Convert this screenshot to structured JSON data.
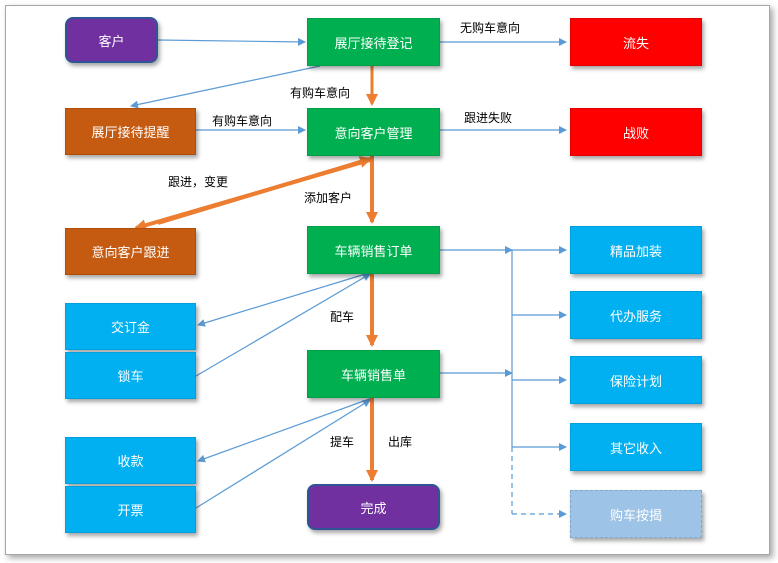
{
  "nodes": {
    "customer": "客户",
    "showroom_register": "展厅接待登记",
    "lost": "流失",
    "showroom_reminder": "展厅接待提醒",
    "intent_customer_mgmt": "意向客户管理",
    "defeat": "战败",
    "intent_customer_followup": "意向客户跟进",
    "vehicle_sales_order": "车辆销售订单",
    "deposit": "交订金",
    "lock_car": "锁车",
    "vehicle_sales_slip": "车辆销售单",
    "payment": "收款",
    "invoice": "开票",
    "complete": "完成",
    "accessories": "精品加装",
    "agency_service": "代办服务",
    "insurance_plan": "保险计划",
    "other_income": "其它收入",
    "car_loan": "购车按揭"
  },
  "edge_labels": {
    "no_intent": "无购车意向",
    "has_intent_down": "有购车意向",
    "has_intent_right": "有购车意向",
    "followup_failed": "跟进失败",
    "followup_change": "跟进，变更",
    "add_customer": "添加客户",
    "assign_car": "配车",
    "pick_up": "提车",
    "out_of_stock": "出库"
  },
  "colors": {
    "green": "#00b050",
    "red": "#ff0000",
    "orange": "#c55a11",
    "blue": "#00b0f0",
    "purple": "#7030a0",
    "light_blue": "#9dc3e6",
    "arrow_blue": "#5b9bd5",
    "arrow_orange": "#ed7d31"
  }
}
